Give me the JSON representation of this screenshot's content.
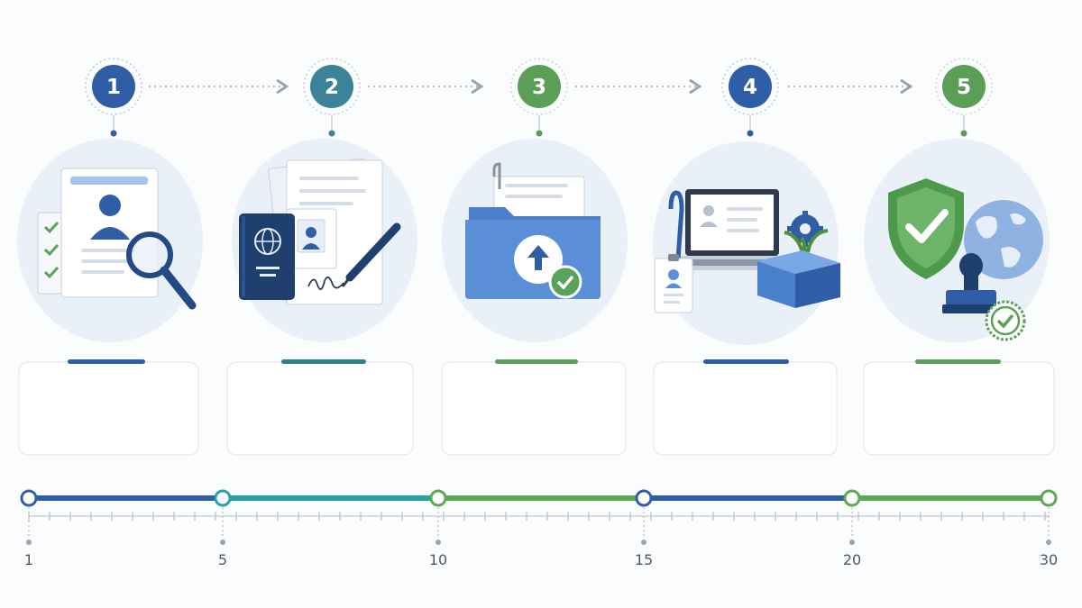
{
  "steps": [
    {
      "number": "1",
      "color": "#2f5ea6",
      "icon": "document-search-icon"
    },
    {
      "number": "2",
      "color": "#3c8397",
      "icon": "passport-signature-icon"
    },
    {
      "number": "3",
      "color": "#5a9e57",
      "icon": "folder-upload-icon"
    },
    {
      "number": "4",
      "color": "#2f5ea6",
      "icon": "laptop-badge-setup-icon"
    },
    {
      "number": "5",
      "color": "#5a9e57",
      "icon": "shield-globe-stamp-icon"
    }
  ],
  "timeline": {
    "ticks": [
      "1",
      "5",
      "10",
      "15",
      "20",
      "30"
    ],
    "segment_colors": [
      "#2f5ea6",
      "#27a1a8",
      "#5fa853",
      "#2f5ea6",
      "#5fa853"
    ]
  }
}
